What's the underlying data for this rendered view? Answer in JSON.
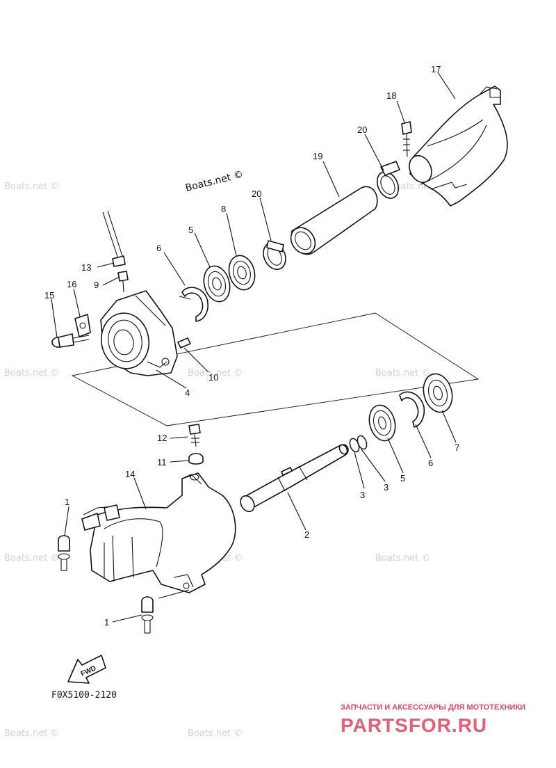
{
  "diagram": {
    "code": "F0X5100-2120",
    "fwd_label": "FWD",
    "watermark_main": "Boats.net ©",
    "watermark_faint": "Boats.net ©",
    "brand_tagline": "ЗАПЧАСТИ И АКСЕССУАРЫ ДЛЯ МОТОТЕХНИКИ",
    "brand_name": "PARTSFOR.RU",
    "colors": {
      "line": "#111111",
      "watermark": "#d2d2d2",
      "brand": "#e06075"
    },
    "callouts": {
      "c1a": "1",
      "c1b": "1",
      "c2": "2",
      "c3a": "3",
      "c3b": "3",
      "c4": "4",
      "c5a": "5",
      "c5b": "5",
      "c6a": "6",
      "c6b": "6",
      "c7": "7",
      "c8": "8",
      "c9": "9",
      "c10": "10",
      "c11": "11",
      "c12": "12",
      "c13": "13",
      "c14": "14",
      "c15": "15",
      "c16": "16",
      "c17": "17",
      "c18": "18",
      "c19": "19",
      "c20a": "20",
      "c20b": "20"
    }
  }
}
